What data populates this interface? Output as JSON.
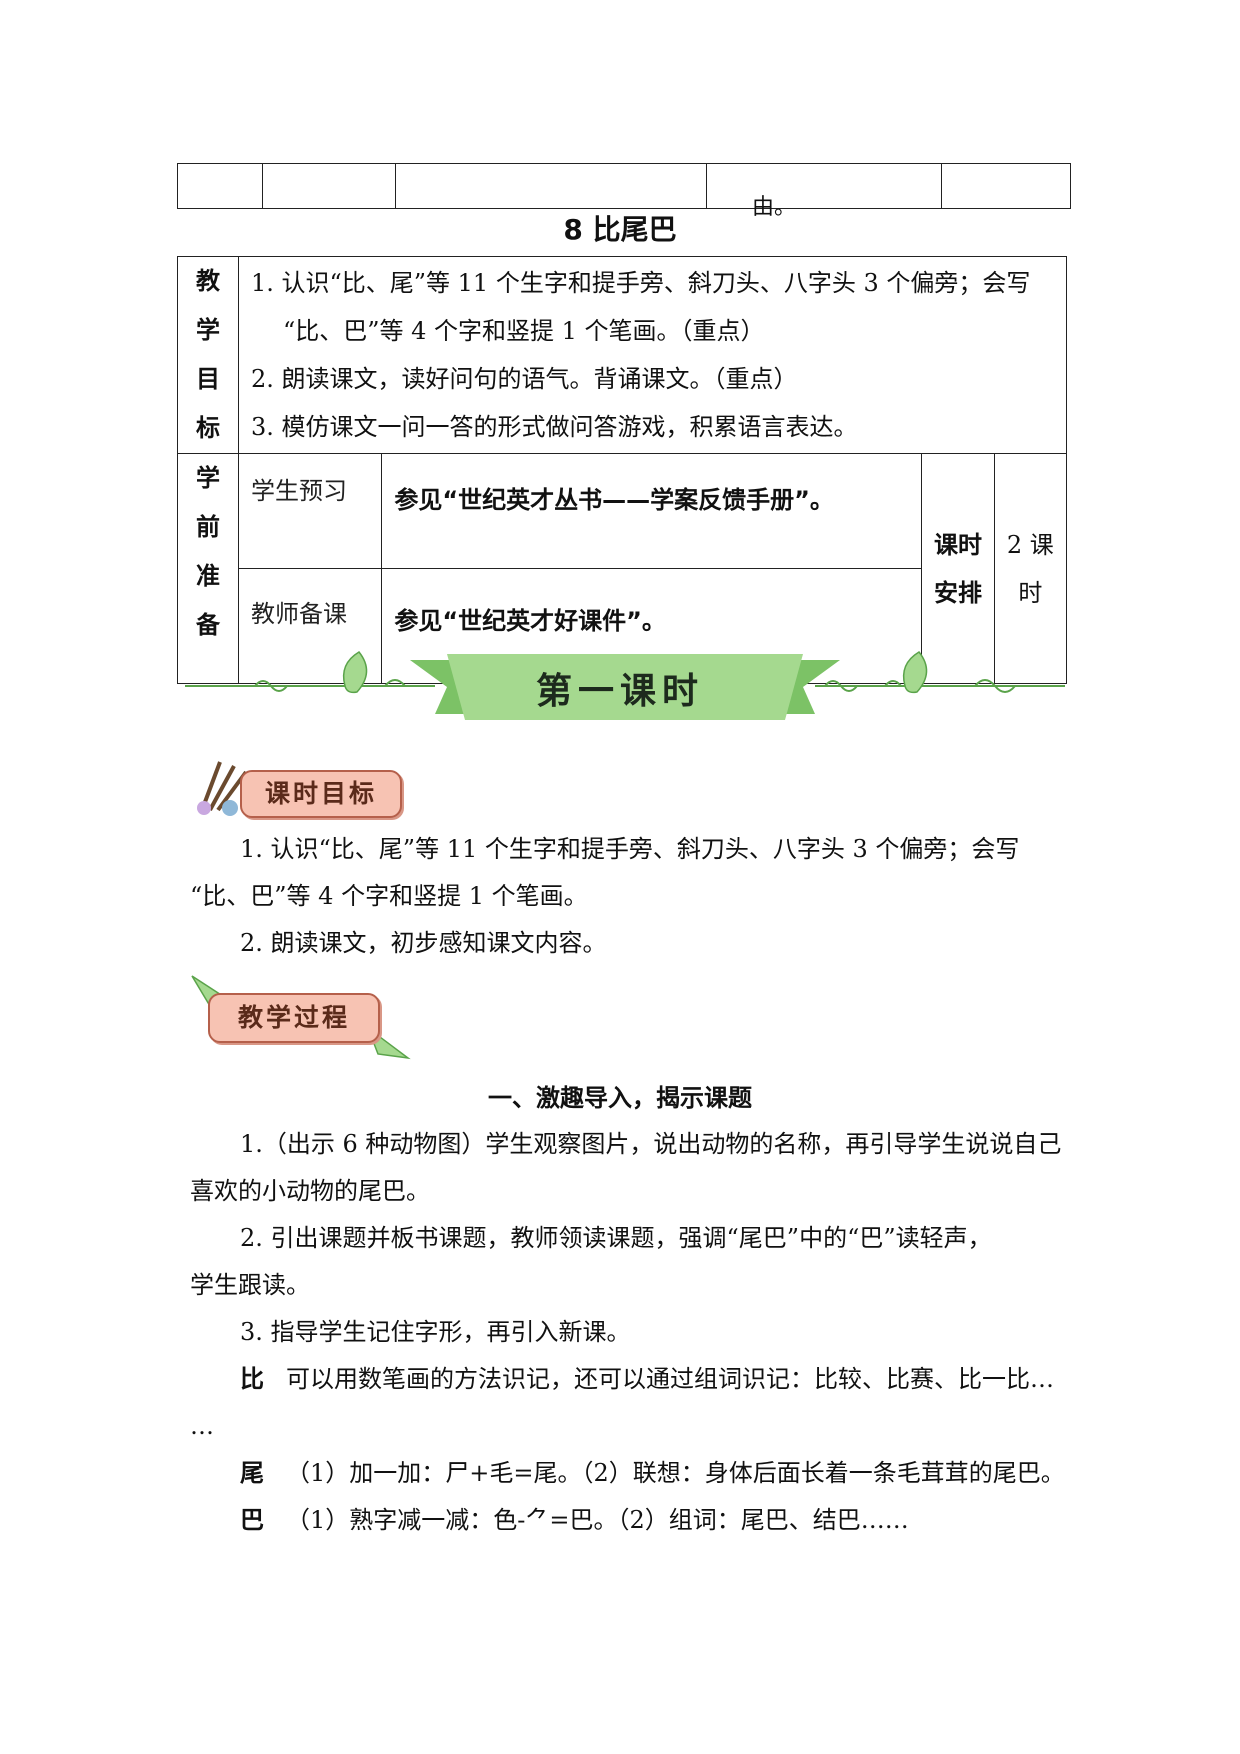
{
  "top_table": {
    "cell_text": "由。"
  },
  "lesson_title": "8  比尾巴",
  "objectives": {
    "label_chars": [
      "教",
      "学",
      "目",
      "标"
    ],
    "lines": [
      "1. 认识“比、尾”等 11 个生字和提手旁、斜刀头、八字头 3 个偏旁；会写",
      "“比、巴”等 4 个字和竖提 1 个笔画。（重点）",
      "2. 朗读课文，读好问句的语气。背诵课文。（重点）",
      "3. 模仿课文一问一答的形式做问答游戏，积累语言表达。"
    ]
  },
  "preparation": {
    "label_chars": [
      "学",
      "前",
      "准",
      "备"
    ],
    "student_label": "学生预习",
    "student_content": "参见“世纪英才丛书——学案反馈手册”。",
    "teacher_label": "教师备课",
    "teacher_content": "参见“世纪英才好课件”。",
    "time_label_lines": [
      "课时",
      "安排"
    ],
    "time_value_lines": [
      "2 课",
      "时"
    ]
  },
  "banner_title": "第一课时",
  "section_badge_1": "课时目标",
  "goals": [
    "1. 认识“比、尾”等 11 个生字和提手旁、斜刀头、八字头 3 个偏旁；会写",
    "“比、巴”等 4 个字和竖提 1 个笔画。",
    "2. 朗读课文，初步感知课文内容。"
  ],
  "section_badge_2": "教学过程",
  "process": {
    "heading": "一、激趣导入，揭示课题",
    "p1a": "1.（出示 6 种动物图）学生观察图片，说出动物的名称，再引导学生说说自己",
    "p1b": "喜欢的小动物的尾巴。",
    "p2a": "2. 引出课题并板书课题，教师领读课题，强调“尾巴”中的“巴”读轻声，",
    "p2b": "学生跟读。",
    "p3": "3. 指导学生记住字形，再引入新课。",
    "chars": [
      {
        "char": "比",
        "text": "可以用数笔画的方法识记，还可以通过组词识记：比较、比赛、比一比…",
        "cont": "…"
      },
      {
        "char": "尾",
        "text": "（1）加一加：尸+毛=尾。（2）联想：身体后面长着一条毛茸茸的尾巴。"
      },
      {
        "char": "巴",
        "text": "（1）熟字减一减：色-⺈=巴。（2）组词：尾巴、结巴……"
      }
    ]
  },
  "colors": {
    "banner_green": "#a5d98f",
    "banner_dark": "#5aa34a",
    "badge_fill": "#f7c3b3",
    "badge_border": "#b5604b"
  }
}
